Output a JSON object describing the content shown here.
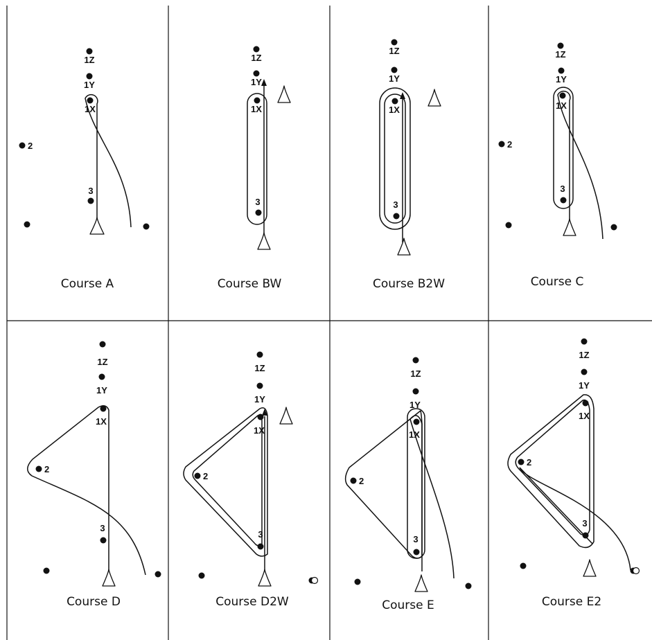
{
  "courses": [
    {
      "name": "Course A"
    },
    {
      "name": "Course BW"
    },
    {
      "name": "Course B2W"
    },
    {
      "name": "Course C"
    },
    {
      "name": "Course D"
    },
    {
      "name": "Course D2W"
    },
    {
      "name": "Course E"
    },
    {
      "name": "Course E2"
    }
  ],
  "mark_labels": {
    "windward_z": "1Z",
    "windward_y": "1Y",
    "windward_x": "1X",
    "wing": "2",
    "leeward": "3"
  }
}
